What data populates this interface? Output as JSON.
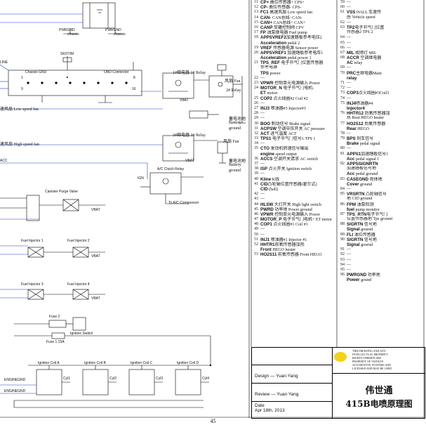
{
  "left_labels": {
    "pwrgnd_1": "PWRGND",
    "pwrgnd_2": "PWRGND",
    "chassis_1": "chassis",
    "chassis_2": "chassis",
    "chassis_gnd": "Chassis GND",
    "obd_connector": "OBD Connector",
    "pin_1": "1",
    "pin_9": "9",
    "pin_8": "8",
    "pin_16": "16",
    "line": "LINE",
    "low_speed_fan": "速风扇 Low speed fan",
    "high_speed_fan": "速风扇 High speed fan",
    "relay_1": "1#继电器 1# Relay",
    "relay_2": "2#继电器 2# Relay",
    "relay_3": "3#继电器 3# Relay",
    "fan_relay": "风扇 Fan",
    "fan_relay_2": "2# Relay",
    "fan_1": "风扇 Fan",
    "battery_ground_1": "蓄电池地",
    "battery_ground_1b": "Battery",
    "battery_ground_1c": "ground",
    "battery_ground_2": "蓄电池地",
    "battery_ground_2b": "Battery",
    "battery_ground_2c": "ground",
    "ac_clutch_relay": "A/C Clutch Relay",
    "ac_compressor": "To A/C Compressor",
    "vbat_1": "VBAT",
    "vbat_2": "VBAT",
    "vbat_3": "VBAT",
    "vbat_4": "VBAT",
    "vbat_5": "VBAT",
    "canister_purge": "Canister Purge Valve",
    "fuel_injector_1": "Fuel Injector 1",
    "fuel_injector_2": "Fuel Injector 2",
    "fuel_injector_3": "Fuel Injector 3",
    "fuel_injector_4": "Fuel Injector 4",
    "fuse_2": "Fuse 2",
    "fuse_1": "Fuse 1 15A",
    "ign_switch": "Ignition Switch",
    "ignition_coil_a": "Ignition Coil A",
    "ignition_coil_b": "Ignition Coil B",
    "ignition_coil_c": "Ignition Coil C",
    "ignition_coil_d": "Ignition Coil D",
    "cyl1": "Cyl1",
    "cyl2": "Cyl2",
    "cyl3": "Cyl3",
    "cyl4": "Cyl4",
    "enginegnd_1": "ENGINEGND",
    "enginegnd_2": "ENGINEGND",
    "ign": "IGN",
    "acc": "ACC",
    "skotim": "SKOTIM"
  },
  "pins_middle": [
    {
      "n": "11",
      "t": "CP+ 曲位传感器+ CPS+"
    },
    {
      "n": "12",
      "t": "CP- 曲位传感器- CPS-"
    },
    {
      "n": "13",
      "t": "FC1 高速风扇 Low speed fan"
    },
    {
      "n": "14",
      "t": "CAN- CAN总线- CAN-"
    },
    {
      "n": "15",
      "t": "CAN+ CAN总线+ CAN+"
    },
    {
      "n": "16",
      "t": "CANP 炭罐控制阀 CPV"
    },
    {
      "n": "17",
      "t": "FP 油泵继电器 Fuel pump"
    },
    {
      "n": "18",
      "t": "APPSVREF2加速踏板参考电压2"
    },
    {
      "n": "",
      "t": "Acceleration pedal 2"
    },
    {
      "n": "19",
      "t": "VREF 传感器电源 Sensor power"
    },
    {
      "n": "20",
      "t": "APPSVREF1 加速踏板参考电压1"
    },
    {
      "n": "",
      "t": "Acceleration pedal power 1"
    },
    {
      "n": "21",
      "t": "TPS_REF 电子节气门位置传感器"
    },
    {
      "n": "",
      "t": "参考电源"
    },
    {
      "n": "",
      "t": "TPS power"
    },
    {
      "n": "22",
      "t": "—"
    },
    {
      "n": "23",
      "t": "VPWR 控制单元电源输入 Power"
    },
    {
      "n": "24",
      "t": "MOTOR_N 电子节气门电机-"
    },
    {
      "n": "",
      "t": "ET motor-"
    },
    {
      "n": "25",
      "t": "COP2 点火线圈#2 Coil #2"
    },
    {
      "n": "26",
      "t": "—"
    },
    {
      "n": "27",
      "t": "INJ3 喷油器#3 Injector#3"
    },
    {
      "n": "28",
      "t": "—"
    },
    {
      "n": "29",
      "t": "—"
    },
    {
      "n": "30",
      "t": "BOO 制动信号 Brake signal"
    },
    {
      "n": "31",
      "t": "ACPSW 空调中压开关 AC pressure"
    },
    {
      "n": "32",
      "t": "ACT 进气温度 ACT"
    },
    {
      "n": "33",
      "t": "TPS1 电子节气门信号1 TPS 1"
    },
    {
      "n": "34",
      "t": "—"
    },
    {
      "n": "35",
      "t": "CTO 发动机转速信号输出"
    },
    {
      "n": "",
      "t": "engine speed output"
    },
    {
      "n": "36",
      "t": "ACCS 空调开关请求 AC switch"
    },
    {
      "n": "37",
      "t": "—"
    },
    {
      "n": "38",
      "t": "ISP 点火开关 Ignition switch"
    },
    {
      "n": "39",
      "t": "—"
    },
    {
      "n": "40",
      "t": "Kline K线"
    },
    {
      "n": "41",
      "t": "CID凸轮轴位置传感器(霍尔式)"
    },
    {
      "n": "",
      "t": "CID (hall)"
    },
    {
      "n": "42",
      "t": "—"
    },
    {
      "n": "43",
      "t": "—"
    },
    {
      "n": "44",
      "t": "HLSW 大灯开关 High light switch"
    },
    {
      "n": "45",
      "t": "PWRD 功率地 Power ground"
    },
    {
      "n": "46",
      "t": "VPWR 控制单元电源输入 Power"
    },
    {
      "n": "47",
      "t": "MOTOR_P 电子节气门电机+ ET motor"
    },
    {
      "n": "48",
      "t": "COP1 点火线圈#1 Coil #1"
    },
    {
      "n": "49",
      "t": "—"
    },
    {
      "n": "50",
      "t": "—"
    },
    {
      "n": "51",
      "t": "INJ1 喷油器#1 Injector #1"
    },
    {
      "n": "52",
      "t": "HHTR1前氧传感器加热"
    },
    {
      "n": "",
      "t": "Front HEGO heater"
    },
    {
      "n": "53",
      "t": "HO2S11 前氧传感器 Front HEGO"
    }
  ],
  "pins_right": [
    {
      "n": "59",
      "t": "—"
    },
    {
      "n": "60",
      "t": "—"
    },
    {
      "n": "61",
      "t": "VSS HALL 车速传"
    },
    {
      "n": "",
      "t": "感 Vehicle speed"
    },
    {
      "n": "62",
      "t": "—"
    },
    {
      "n": "63",
      "t": "TP2电子节气门位置"
    },
    {
      "n": "",
      "t": "传感器2 TPS 2"
    },
    {
      "n": "64",
      "t": "—"
    },
    {
      "n": "65",
      "t": "—"
    },
    {
      "n": "66",
      "t": "—"
    },
    {
      "n": "67",
      "t": "MIL 故障灯 MIL"
    },
    {
      "n": "68",
      "t": "ACCR 空调继电器"
    },
    {
      "n": "",
      "t": "AC relay"
    },
    {
      "n": "69",
      "t": "—"
    },
    {
      "n": "70",
      "t": "PRC主继电器Main"
    },
    {
      "n": "",
      "t": "relay"
    },
    {
      "n": "71",
      "t": "—"
    },
    {
      "n": "72",
      "t": "—"
    },
    {
      "n": "73",
      "t": "COP3点火线圈#3Coil3"
    },
    {
      "n": "74",
      "t": "—"
    },
    {
      "n": "75",
      "t": "INJ4喷油器#4"
    },
    {
      "n": "",
      "t": "Injector4"
    },
    {
      "n": "76",
      "t": "HHTR12 后氧传感器加"
    },
    {
      "n": "",
      "t": "热 Rear HEGO heater"
    },
    {
      "n": "77",
      "t": "HO2S12 后氧传感器"
    },
    {
      "n": "",
      "t": "Rear HEGO"
    },
    {
      "n": "78",
      "t": "—"
    },
    {
      "n": "79",
      "t": "BPS 刹车信号"
    },
    {
      "n": "",
      "t": "Brake pedal signal"
    },
    {
      "n": "80",
      "t": "—"
    },
    {
      "n": "81",
      "t": "APPS1加速踏板信号1"
    },
    {
      "n": "",
      "t": "Acc pedal signal 1"
    },
    {
      "n": "82",
      "t": "APPSSIGNRTN"
    },
    {
      "n": "",
      "t": "加速踏板信号地"
    },
    {
      "n": "",
      "t": "Acc pedal ground"
    },
    {
      "n": "83",
      "t": "CASEGND 壳体地"
    },
    {
      "n": "",
      "t": "Cover ground"
    },
    {
      "n": "84",
      "t": "—"
    },
    {
      "n": "85",
      "t": "VRSRTN 凸轮轴信号"
    },
    {
      "n": "",
      "t": "地 CID ground"
    },
    {
      "n": "86",
      "t": "FPM 油泵检测"
    },
    {
      "n": "",
      "t": "fuel pump monitor"
    },
    {
      "n": "87",
      "t": "TPS_RTN电子节气门"
    },
    {
      "n": "",
      "t": "位置传感器地 Tps ground"
    },
    {
      "n": "88",
      "t": "SIGRTN 信号地"
    },
    {
      "n": "",
      "t": "Signal gournd"
    },
    {
      "n": "89",
      "t": "FLI 油位传感器"
    },
    {
      "n": "90",
      "t": "SIGRTN 信号地"
    },
    {
      "n": "",
      "t": "Signal gournd"
    },
    {
      "n": "91",
      "t": "—"
    },
    {
      "n": "92",
      "t": "—"
    },
    {
      "n": "93",
      "t": "—"
    },
    {
      "n": "94",
      "t": "—"
    },
    {
      "n": "95",
      "t": "—"
    },
    {
      "n": "96",
      "t": "PWRGND 功率地"
    },
    {
      "n": "",
      "t": "Power gound"
    }
  ],
  "title_block": {
    "design": "Design — Yuan Yang",
    "review": "Review — Yuan Yang",
    "date_label": "Date",
    "date_value": "Apr 18th, 2013",
    "company": "伟世通",
    "title": "415B电喷原理图",
    "notice_1": "THIS DRAWING AND ANY",
    "notice_2": "INTELLECTUAL PROPERTY",
    "notice_3": "RIGHTS THEREIN ARE",
    "notice_4": "PROPERTY OF VISTEON",
    "notice_5": "AUTOMOTIVE SYSTEMS AND",
    "notice_6": "LICENSED AND MAY BE USED",
    "notice_7": "ONLY AS AUTHORIZED"
  },
  "page_number": "45"
}
